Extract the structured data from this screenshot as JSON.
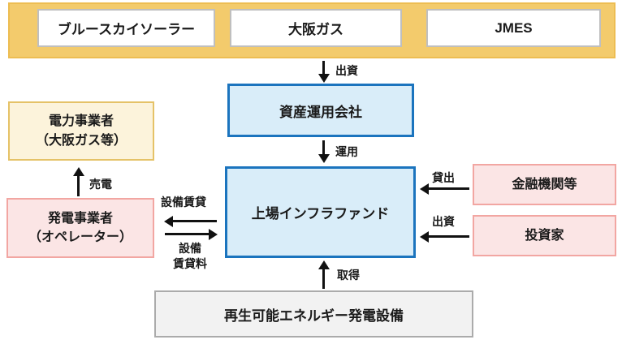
{
  "banner": {
    "sponsors": [
      {
        "label": "ブルースカイソーラー"
      },
      {
        "label": "大阪ガス"
      },
      {
        "label": "JMES"
      }
    ]
  },
  "boxes": {
    "asset_manager": "資産運用会社",
    "fund": "上場インフラファンド",
    "power_company_line1": "電力事業者",
    "power_company_line2": "（大阪ガス等）",
    "operator_line1": "発電事業者",
    "operator_line2": "（オペレーター）",
    "financial_institutions": "金融機関等",
    "investors": "投資家",
    "facility": "再生可能エネルギー発電設備"
  },
  "arrow_labels": {
    "investment_top": "出資",
    "management": "運用",
    "acquisition": "取得",
    "lending": "貸出",
    "investment_right": "出資",
    "electricity_sale": "売電",
    "equipment_lease": "設備賃貸",
    "equipment_rent_line1": "設備",
    "equipment_rent_line2": "賃貸料"
  },
  "colors": {
    "banner_gold": "#F3CB6C",
    "banner_border": "#EDBD52",
    "blue_fill": "#D9EDF9",
    "blue_border": "#1B74BE",
    "cream_fill": "#FCF3DB",
    "cream_border": "#E5C267",
    "pink_fill": "#FBE5E5",
    "pink_border": "#F2A6A2",
    "gray_fill": "#F2F2F2",
    "gray_border": "#ABABAB",
    "arrow_black": "#111111"
  }
}
